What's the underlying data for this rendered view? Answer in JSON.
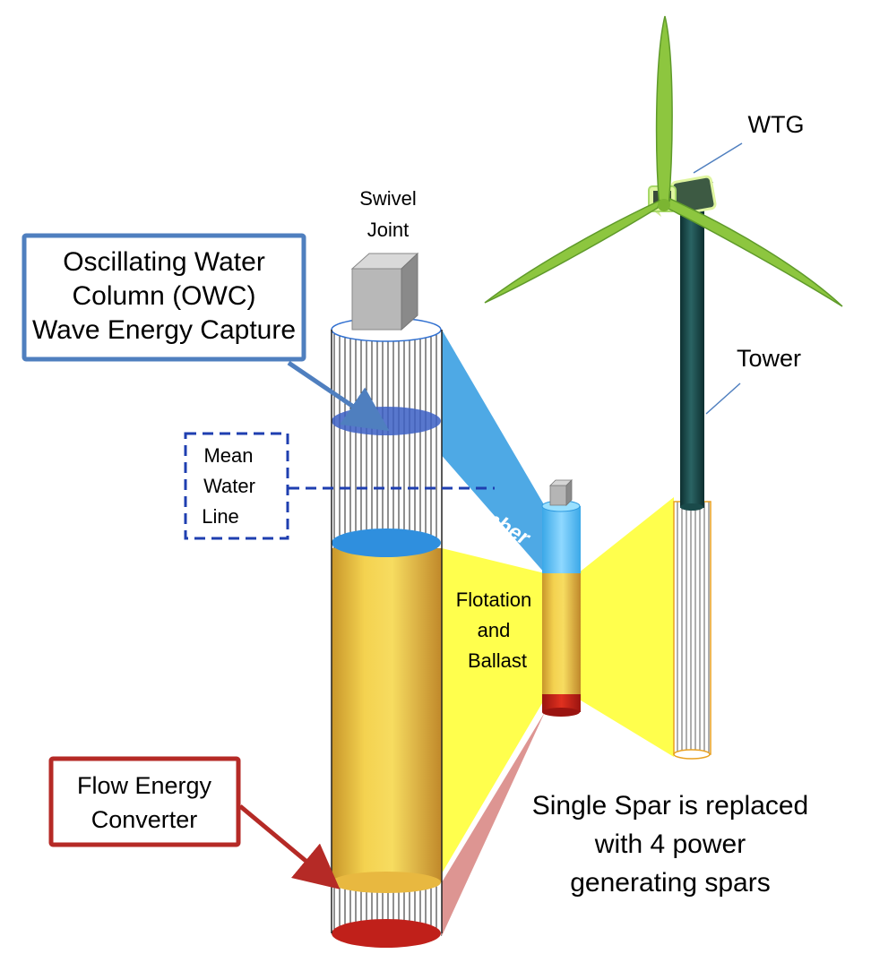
{
  "labels": {
    "owc_line1": "Oscillating Water",
    "owc_line2": "Column (OWC)",
    "owc_line3": "Wave Energy Capture",
    "swivel_line1": "Swivel",
    "swivel_line2": "Joint",
    "mwl_line1": "Mean",
    "mwl_line2": "Water",
    "mwl_line3": "Line",
    "chamber": "Chamber",
    "flotation_line1": "Flotation",
    "flotation_line2": "and",
    "flotation_line3": "Ballast",
    "fec_line1": "Flow Energy",
    "fec_line2": "Converter",
    "wtg": "WTG",
    "tower": "Tower",
    "caption_line1": "Single Spar is replaced",
    "caption_line2": "with 4 power",
    "caption_line3": "generating spars"
  },
  "colors": {
    "owc_box_border": "#4f7fbf",
    "fec_box_border": "#b52a26",
    "mwl_dash": "#1f3fb0",
    "chamber_blue": "#3aa0e0",
    "flotation_yellow": "#f2c230",
    "projection_yellow": "#ffff55",
    "flow_red": "#c0201a",
    "blade_green": "#8dc63f",
    "tower_dark": "#123f3f"
  }
}
